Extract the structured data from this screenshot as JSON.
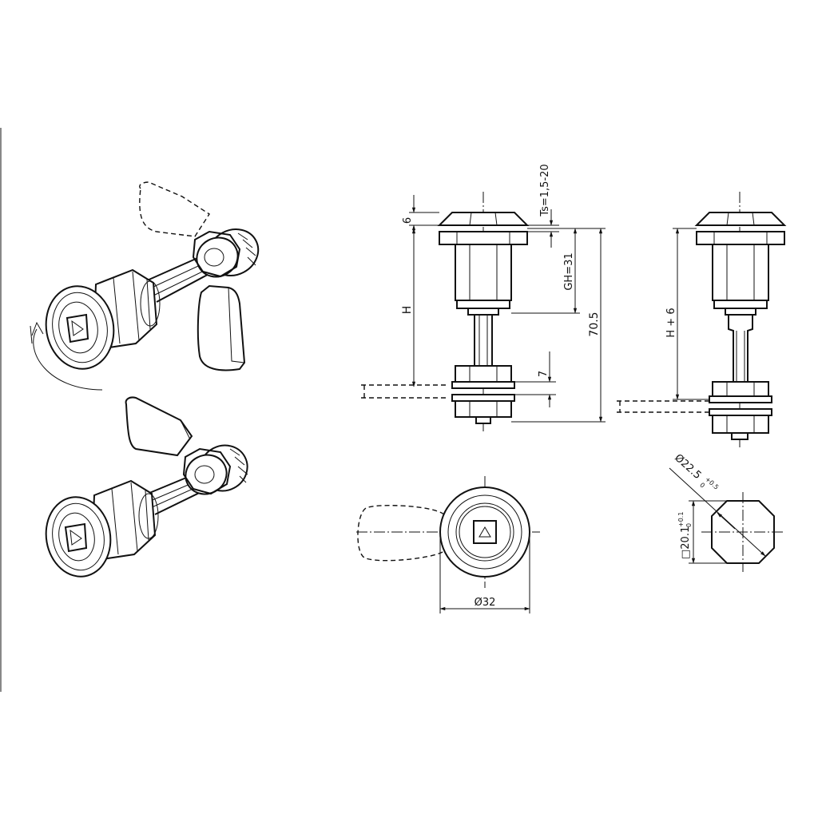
{
  "dimensions": {
    "seat_height": "6",
    "panel_thickness": "Ts=1,5-20",
    "grip_height": "GH=31",
    "height": "H",
    "overall_length": "70.5",
    "nut_offset": "7",
    "height_plus": "H + 6",
    "diameter_32": "Ø32",
    "cutout_diameter": "Ø22.5",
    "cutout_diameter_tol_upper": "+0.5",
    "cutout_diameter_tol_lower": "0",
    "cutout_square": "□20.1",
    "cutout_square_tol_upper": "+0.1",
    "cutout_square_tol_lower": "0"
  }
}
